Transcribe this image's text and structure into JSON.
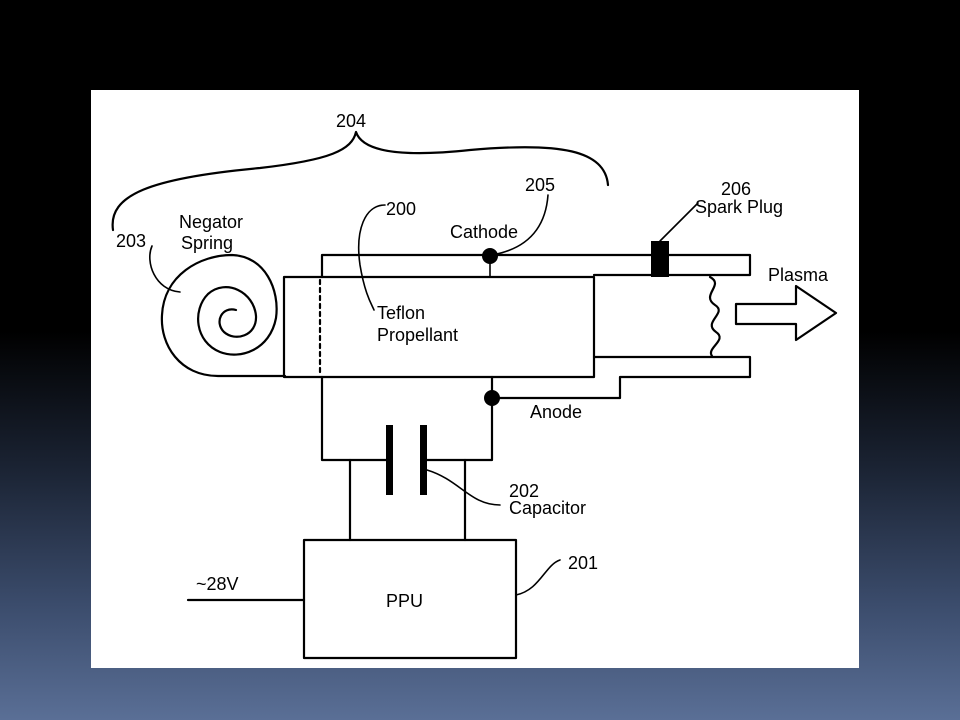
{
  "diagram": {
    "labels": {
      "ref_204": "204",
      "ref_205": "205",
      "ref_206": "206",
      "spark_plug": "Spark Plug",
      "ref_200": "200",
      "negator": "Negator",
      "spring": "Spring",
      "ref_203": "203",
      "cathode": "Cathode",
      "plasma": "Plasma",
      "teflon": "Teflon",
      "propellant": "Propellant",
      "anode": "Anode",
      "ref_202": "202",
      "capacitor": "Capacitor",
      "ref_201": "201",
      "voltage": "~28V",
      "ppu": "PPU"
    },
    "colors": {
      "background_top": "#000000",
      "background_bottom": "#5a6f96",
      "panel": "#ffffff",
      "ink": "#000000"
    }
  }
}
